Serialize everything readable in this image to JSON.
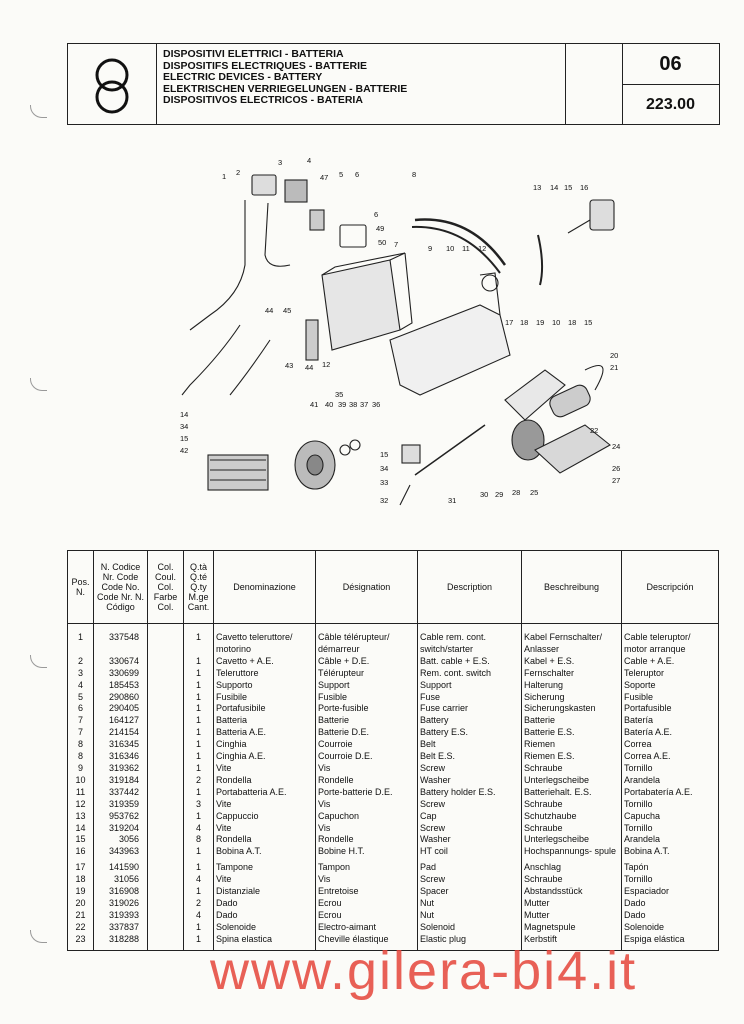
{
  "header": {
    "titles": [
      "DISPOSITIVI ELETTRICI - BATTERIA",
      "DISPOSITIFS ELECTRIQUES - BATTERIE",
      "ELECTRIC DEVICES - BATTERY",
      "ELEKTRISCHEN VERRIEGELUNGEN - BATTERIE",
      "DISPOSITIVOS ELECTRICOS - BATERIA"
    ],
    "group": "06",
    "page_code": "223.00"
  },
  "diagram": {
    "labels": [
      "1",
      "2",
      "3",
      "4",
      "47",
      "5",
      "6",
      "6",
      "49",
      "50",
      "7",
      "8",
      "9",
      "10",
      "11",
      "12",
      "13",
      "14",
      "15",
      "16",
      "17",
      "18",
      "19",
      "10",
      "18",
      "15",
      "20",
      "21",
      "44",
      "45",
      "43",
      "44",
      "12",
      "35",
      "41",
      "40",
      "39",
      "38",
      "37",
      "36",
      "14",
      "34",
      "15",
      "42",
      "15",
      "34",
      "33",
      "32",
      "31",
      "30",
      "29",
      "28",
      "25",
      "22",
      "24",
      "26",
      "27"
    ]
  },
  "table": {
    "headers": {
      "pos": "Pos. N.",
      "code": "N. Codice Nr. Code Code No. Code Nr. N. Código",
      "col": "Col. Coul. Col. Farbe Col.",
      "qty": "Q.tà Q.té Q.ty M.ge Cant.",
      "it": "Denominazione",
      "fr": "Désignation",
      "en": "Description",
      "de": "Beschreibung",
      "es": "Descripción"
    },
    "rows": [
      {
        "pos": "1",
        "code": "337548",
        "qty": "1",
        "it": "Cavetto teleruttore/ motorino",
        "fr": "Câble télérupteur/ démarreur",
        "en": "Cable rem. cont. switch/starter",
        "de": "Kabel Fernschalter/ Anlasser",
        "es": "Cable teleruptor/ motor arranque"
      },
      {
        "pos": "2",
        "code": "330674",
        "qty": "1",
        "it": "Cavetto + A.E.",
        "fr": "Câble + D.E.",
        "en": "Batt. cable + E.S.",
        "de": "Kabel + E.S.",
        "es": "Cable + A.E."
      },
      {
        "pos": "3",
        "code": "330699",
        "qty": "1",
        "it": "Teleruttore",
        "fr": "Télérupteur",
        "en": "Rem. cont. switch",
        "de": "Fernschalter",
        "es": "Teleruptor"
      },
      {
        "pos": "4",
        "code": "185453",
        "qty": "1",
        "it": "Supporto",
        "fr": "Support",
        "en": "Support",
        "de": "Halterung",
        "es": "Soporte"
      },
      {
        "pos": "5",
        "code": "290860",
        "qty": "1",
        "it": "Fusibile",
        "fr": "Fusible",
        "en": "Fuse",
        "de": "Sicherung",
        "es": "Fusible"
      },
      {
        "pos": "6",
        "code": "290405",
        "qty": "1",
        "it": "Portafusibile",
        "fr": "Porte-fusible",
        "en": "Fuse carrier",
        "de": "Sicherungskasten",
        "es": "Portafusible"
      },
      {
        "pos": "7",
        "code": "164127",
        "qty": "1",
        "it": "Batteria",
        "fr": "Batterie",
        "en": "Battery",
        "de": "Batterie",
        "es": "Batería"
      },
      {
        "pos": "7",
        "code": "214154",
        "qty": "1",
        "it": "Batteria A.E.",
        "fr": "Batterie D.E.",
        "en": "Battery E.S.",
        "de": "Batterie E.S.",
        "es": "Batería A.E."
      },
      {
        "pos": "8",
        "code": "316345",
        "qty": "1",
        "it": "Cinghia",
        "fr": "Courroie",
        "en": "Belt",
        "de": "Riemen",
        "es": "Correa"
      },
      {
        "pos": "8",
        "code": "316346",
        "qty": "1",
        "it": "Cinghia A.E.",
        "fr": "Courroie D.E.",
        "en": "Belt E.S.",
        "de": "Riemen E.S.",
        "es": "Correa A.E."
      },
      {
        "pos": "9",
        "code": "319362",
        "qty": "1",
        "it": "Vite",
        "fr": "Vis",
        "en": "Screw",
        "de": "Schraube",
        "es": "Tornillo"
      },
      {
        "pos": "10",
        "code": "319184",
        "qty": "2",
        "it": "Rondella",
        "fr": "Rondelle",
        "en": "Washer",
        "de": "Unterlegscheibe",
        "es": "Arandela"
      },
      {
        "pos": "11",
        "code": "337442",
        "qty": "1",
        "it": "Portabatteria A.E.",
        "fr": "Porte-batterie D.E.",
        "en": "Battery holder E.S.",
        "de": "Batteriehalt. E.S.",
        "es": "Portabatería A.E."
      },
      {
        "pos": "12",
        "code": "319359",
        "qty": "3",
        "it": "Vite",
        "fr": "Vis",
        "en": "Screw",
        "de": "Schraube",
        "es": "Tornillo"
      },
      {
        "pos": "13",
        "code": "953762",
        "qty": "1",
        "it": "Cappuccio",
        "fr": "Capuchon",
        "en": "Cap",
        "de": "Schutzhaube",
        "es": "Capucha"
      },
      {
        "pos": "14",
        "code": "319204",
        "qty": "4",
        "it": "Vite",
        "fr": "Vis",
        "en": "Screw",
        "de": "Schraube",
        "es": "Tornillo"
      },
      {
        "pos": "15",
        "code": "3056",
        "qty": "8",
        "it": "Rondella",
        "fr": "Rondelle",
        "en": "Washer",
        "de": "Unterlegscheibe",
        "es": "Arandela"
      },
      {
        "pos": "16",
        "code": "343963",
        "qty": "1",
        "it": "Bobina A.T.",
        "fr": "Bobine H.T.",
        "en": "HT coil",
        "de": "Hochspannungs- spule",
        "es": "Bobina A.T."
      },
      {
        "pos": "17",
        "code": "141590",
        "qty": "1",
        "it": "Tampone",
        "fr": "Tampon",
        "en": "Pad",
        "de": "Anschlag",
        "es": "Tapón"
      },
      {
        "pos": "18",
        "code": "31056",
        "qty": "4",
        "it": "Vite",
        "fr": "Vis",
        "en": "Screw",
        "de": "Schraube",
        "es": "Tornillo"
      },
      {
        "pos": "19",
        "code": "316908",
        "qty": "1",
        "it": "Distanziale",
        "fr": "Entretoise",
        "en": "Spacer",
        "de": "Abstandsstück",
        "es": "Espaciador"
      },
      {
        "pos": "20",
        "code": "319026",
        "qty": "2",
        "it": "Dado",
        "fr": "Ecrou",
        "en": "Nut",
        "de": "Mutter",
        "es": "Dado"
      },
      {
        "pos": "21",
        "code": "319393",
        "qty": "4",
        "it": "Dado",
        "fr": "Ecrou",
        "en": "Nut",
        "de": "Mutter",
        "es": "Dado"
      },
      {
        "pos": "22",
        "code": "337837",
        "qty": "1",
        "it": "Solenoide",
        "fr": "Electro-aimant",
        "en": "Solenoid",
        "de": "Magnetspule",
        "es": "Solenoide"
      },
      {
        "pos": "23",
        "code": "318288",
        "qty": "1",
        "it": "Spina elastica",
        "fr": "Cheville élastique",
        "en": "Elastic plug",
        "de": "Kerbstift",
        "es": "Espiga elástica"
      }
    ]
  },
  "watermark": "www.gilera-bi4.it"
}
